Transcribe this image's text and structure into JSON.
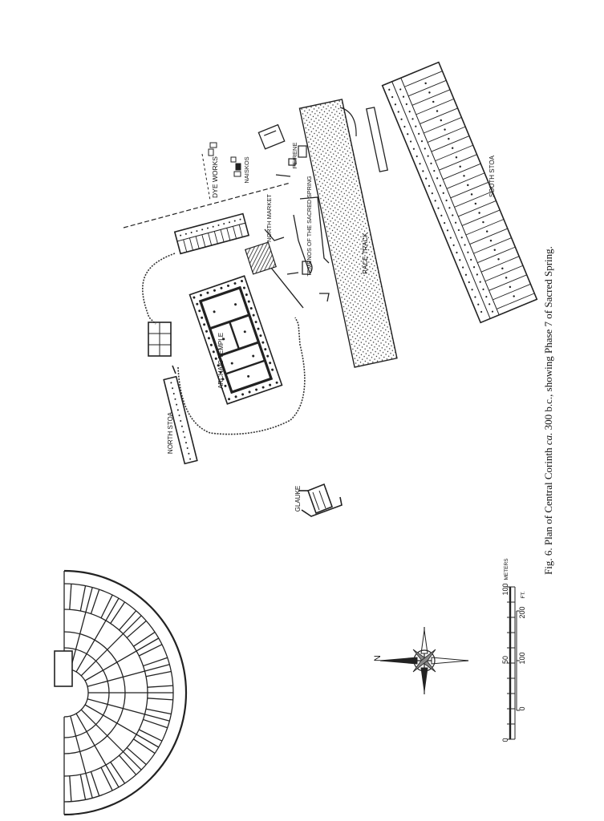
{
  "caption": {
    "fig": "Fig. 6.",
    "text_pre": "Plan of Central Corinth ",
    "text_ca": "ca.",
    "text_post": " 300 b.c., showing Phase 7 of Sacred Spring."
  },
  "labels": {
    "dye_works": "DYE WORKS",
    "naiskos": "NAISKOS",
    "peirene": "PEIRENE",
    "north_market": "NORTH MARKET",
    "temenos": "TEMENOS OF THE SACRED SPRING",
    "race_track": "RACE TRACK",
    "south_stoa": "SOUTH STOA",
    "archaic_temple": "ARCHAIC TEMPLE",
    "north_stoa": "NORTH STOA",
    "glauke": "GLAUKE"
  },
  "compass": {
    "north": "N"
  },
  "scale": {
    "meters_ticks": [
      "0",
      "50",
      "100"
    ],
    "meters_unit": "METERS",
    "feet_ticks": [
      "0",
      "100",
      "200"
    ],
    "feet_unit": "FT."
  }
}
